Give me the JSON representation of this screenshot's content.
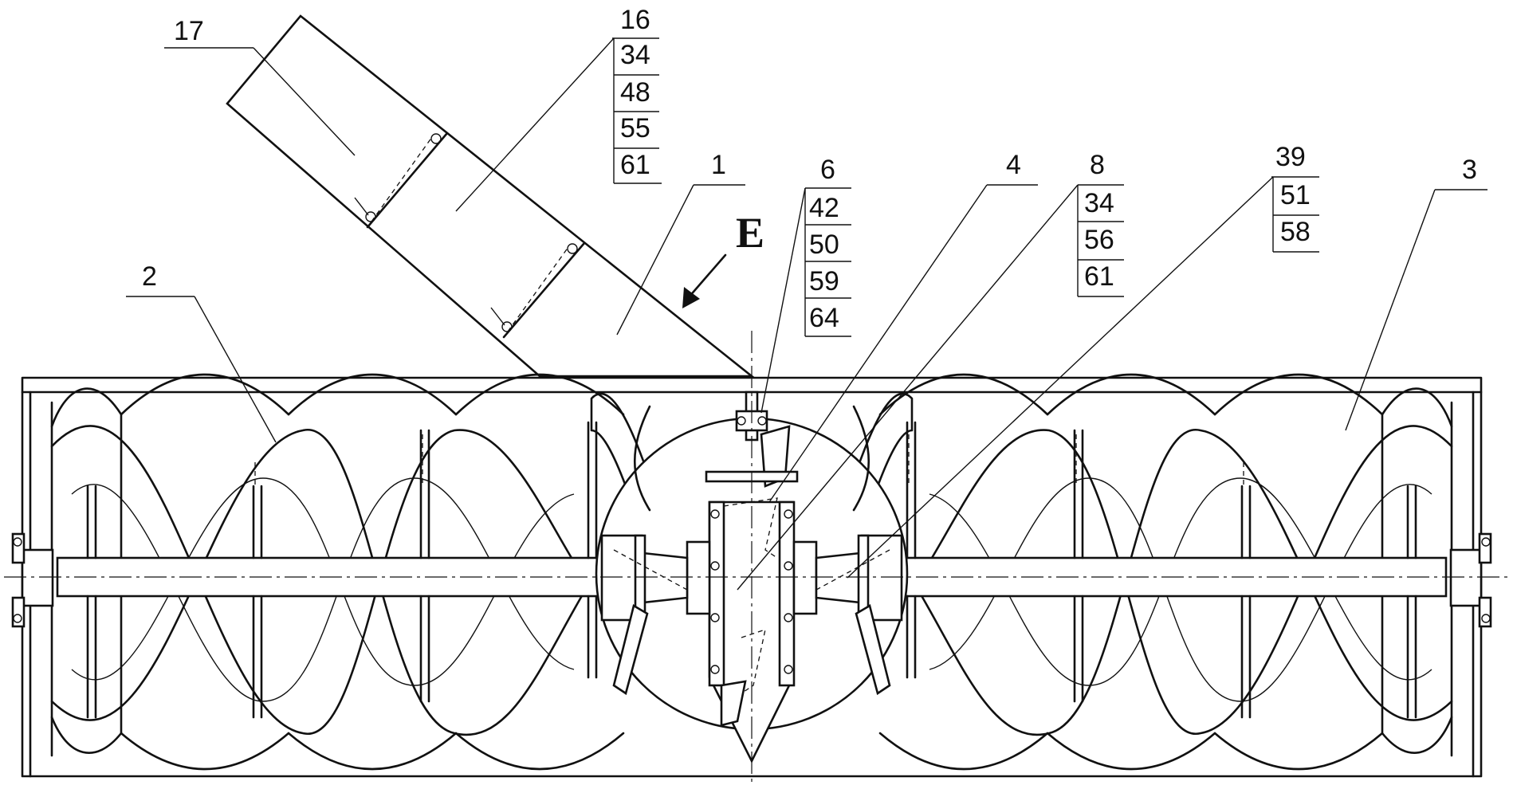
{
  "view_letter": "E",
  "callouts": [
    {
      "id": "17",
      "lines": [
        "17"
      ]
    },
    {
      "id": "16",
      "lines": [
        "16",
        "34",
        "48",
        "55",
        "61"
      ]
    },
    {
      "id": "1",
      "lines": [
        "1"
      ]
    },
    {
      "id": "2",
      "lines": [
        "2"
      ]
    },
    {
      "id": "6",
      "lines": [
        "6",
        "42",
        "50",
        "59",
        "64"
      ]
    },
    {
      "id": "4",
      "lines": [
        "4"
      ]
    },
    {
      "id": "8",
      "lines": [
        "8",
        "34",
        "56",
        "61"
      ]
    },
    {
      "id": "39",
      "lines": [
        "39",
        "51",
        "58"
      ]
    },
    {
      "id": "3",
      "lines": [
        "3"
      ]
    }
  ]
}
